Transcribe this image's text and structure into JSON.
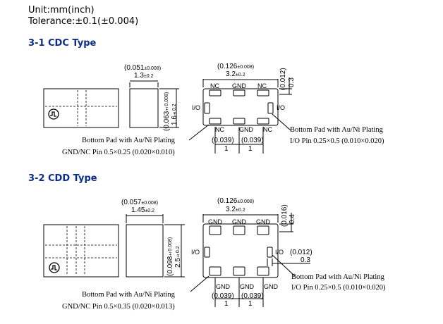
{
  "header": {
    "unit": "Unit:mm(inch)",
    "tolerance": "Tolerance:±0.1(±0.004)"
  },
  "cdc": {
    "title": "3-1 CDC Type",
    "side_width_inch": "(0.051",
    "side_width_inch_tol": "±0.008)",
    "side_width_mm": "1.3",
    "side_width_mm_tol": "±0.2",
    "height_inch": "(0.063",
    "height_inch_tol": "±0.008)",
    "height_mm": "1.6",
    "height_mm_tol": "±0.2",
    "top_width_inch": "(0.126",
    "top_width_inch_tol": "±0.008)",
    "top_width_mm": "3.2",
    "top_width_mm_tol": "±0.2",
    "right_inch": "(0.012)",
    "right_mm": "0.3",
    "pin_top": [
      "NC",
      "GND",
      "NC"
    ],
    "pin_left": "I/O",
    "pin_right": "I/O",
    "pin_bottom": [
      "NC",
      "GND",
      "NC"
    ],
    "pitch_inch": [
      "(0.039)",
      "(0.039)"
    ],
    "pitch_mm": [
      "1",
      "1"
    ],
    "note_left_1": "Bottom Pad with Au/Ni Plating",
    "note_left_2": "GND/NC Pin  0.5×0.25 (0.020×0.010)",
    "note_right_1": "Bottom Pad with Au/Ni Plating",
    "note_right_2": "I/O Pin  0.25×0.5 (0.010×0.020)"
  },
  "cdd": {
    "title": "3-2 CDD Type",
    "side_width_inch": "(0.057",
    "side_width_inch_tol": "±0.008)",
    "side_width_mm": "1.45",
    "side_width_mm_tol": "±0.2",
    "height_inch": "(0.098",
    "height_inch_tol": "±0.008)",
    "height_mm": "2.5",
    "height_mm_tol": "±0.2",
    "top_width_inch": "(0.126",
    "top_width_inch_tol": "±0.008)",
    "top_width_mm": "3.2",
    "top_width_mm_tol": "±0.2",
    "right_inch": "(0.016)",
    "right_mm": "0.4",
    "io_inch": "(0.012)",
    "io_mm": "0.3",
    "pin_top": [
      "GND",
      "GND",
      "GND"
    ],
    "pin_left": "I/O",
    "pin_right": "I/O",
    "pin_bottom": [
      "GND",
      "GND",
      "GND"
    ],
    "pitch_inch": [
      "(0.039)",
      "(0.039)"
    ],
    "pitch_mm": [
      "1",
      "1"
    ],
    "note_left_1": "Bottom Pad with Au/Ni Plating",
    "note_left_2": "GND/NC Pin  0.5×0.35 (0.020×0.013)",
    "note_right_1": "Bottom Pad with Au/Ni Plating",
    "note_right_2": "I/O Pin  0.25×0.5 (0.010×0.020)"
  },
  "colors": {
    "heading": "#0b2e8a",
    "line": "#000000"
  },
  "icons": {
    "logo": "circled-signal-logo"
  }
}
